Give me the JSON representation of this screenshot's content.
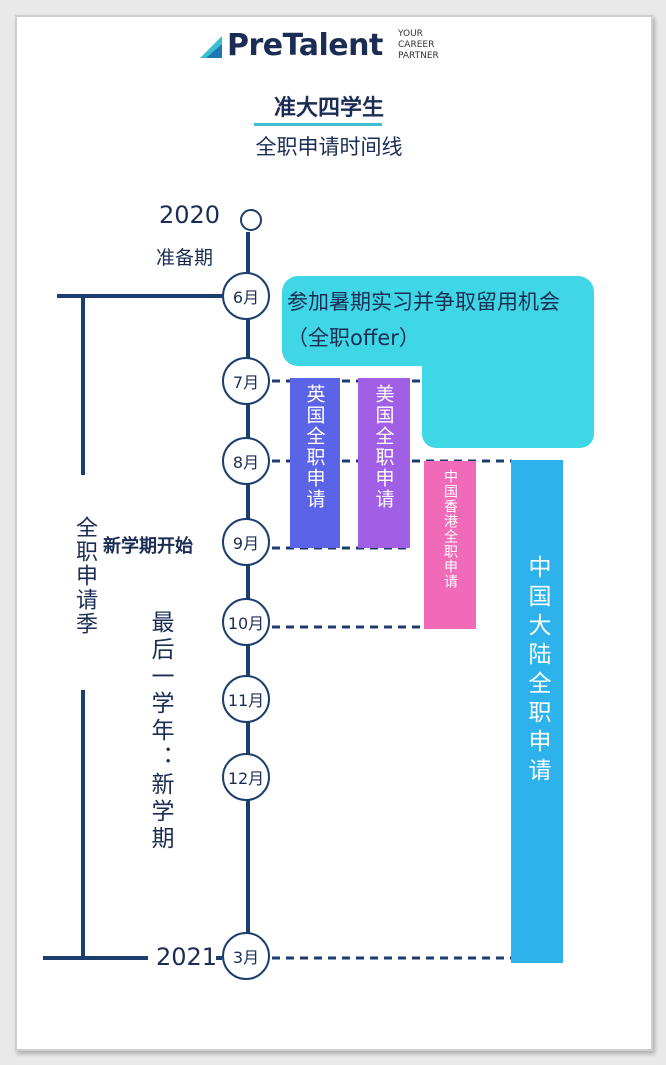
{
  "header": {
    "brand": "PreTalent",
    "tagline": [
      "YOUR",
      "CAREER",
      "PARTNER"
    ],
    "title": "准大四学生",
    "subtitle": "全职申请时间线"
  },
  "timeline": {
    "start_year": "2020",
    "prep_label": "准备期",
    "end_year": "2021",
    "months": [
      "6月",
      "7月",
      "8月",
      "9月",
      "10月",
      "11月",
      "12月",
      "3月"
    ],
    "new_term_label": "新学期开始",
    "season_label": "全职申请季",
    "last_year_label": "最后一学年：新学期"
  },
  "bars": {
    "summer": "参加暑期实习并争取留用机会（全职offer）",
    "uk": "英国全职申请",
    "us": "美国全职申请",
    "hk": "中国香港全职申请",
    "mainland": "中国大陆全职申请"
  },
  "colors": {
    "navy": "#1b2d54",
    "line": "#1b3e6e",
    "summer": "#3fd6e6",
    "uk": "#5b63e6",
    "us": "#a15fe6",
    "hk": "#f06ab8",
    "mainland": "#2db2ec"
  }
}
